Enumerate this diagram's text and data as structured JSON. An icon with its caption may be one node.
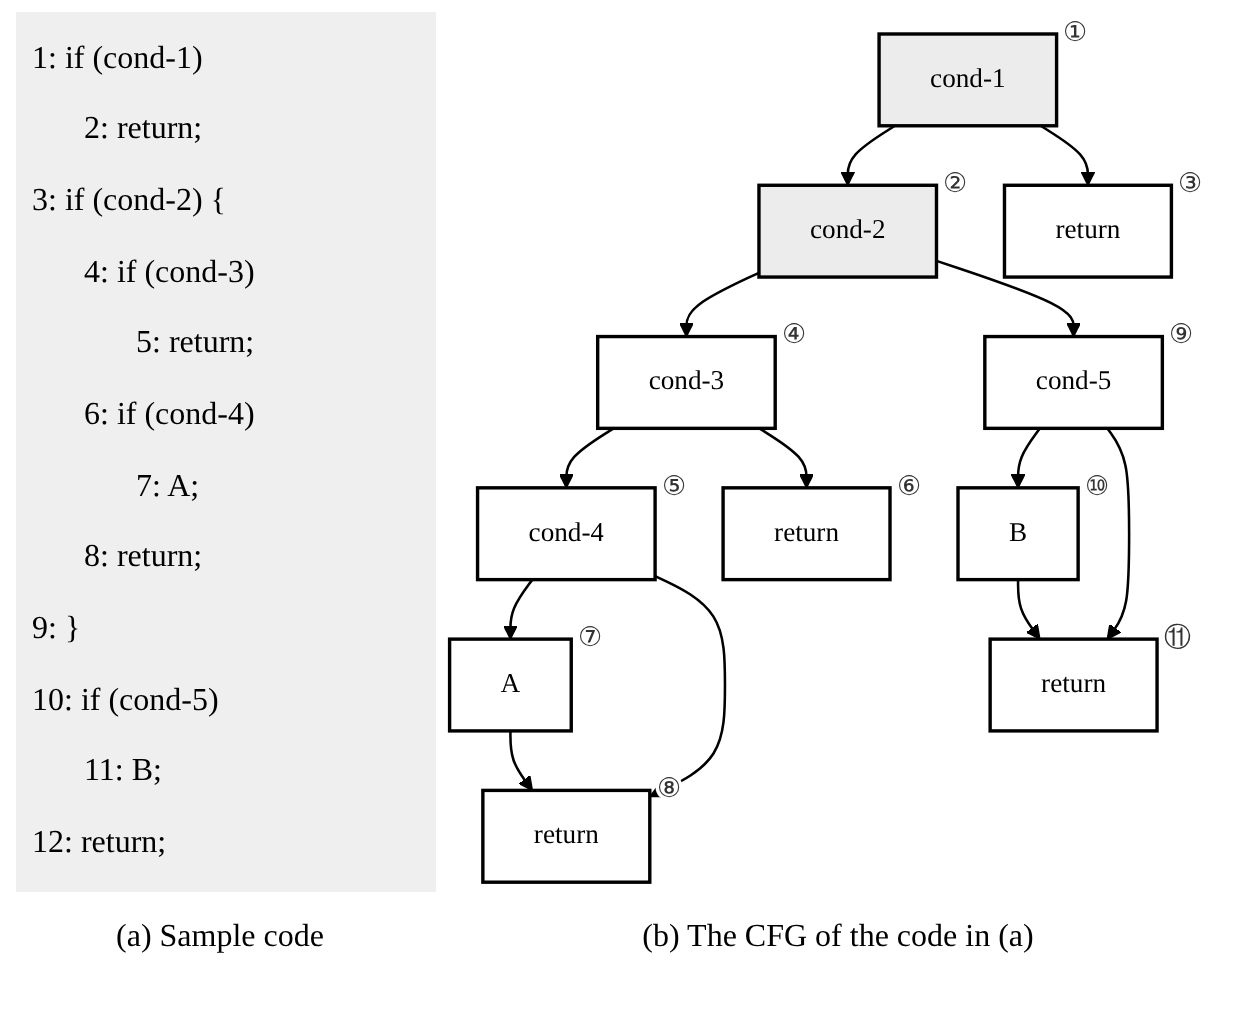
{
  "diagram": {
    "nodes": [
      {
        "text": [
          "cond-1"
        ],
        "beside": [
          "①"
        ]
      },
      {
        "text": [
          "cond-2"
        ],
        "beside": [
          "②"
        ]
      },
      {
        "text": [
          "return"
        ],
        "beside": [
          "③"
        ]
      },
      {
        "text": [
          "cond-3"
        ],
        "beside": [
          "④"
        ]
      },
      {
        "text": [
          "cond-4"
        ],
        "beside": [
          "⑤"
        ]
      },
      {
        "text": [
          "return"
        ],
        "beside": [
          "⑥"
        ]
      },
      {
        "text": [
          "A"
        ],
        "beside": [
          "⑦"
        ]
      },
      {
        "text": [
          "return"
        ],
        "beside": [
          "⑧"
        ]
      },
      {
        "text": [
          "cond-5"
        ],
        "beside": [
          "⑨"
        ]
      },
      {
        "text": [
          "B"
        ],
        "beside": [
          "⑩"
        ]
      },
      {
        "text": [
          "return"
        ],
        "beside": [
          "⑪"
        ]
      }
    ],
    "edges": [
      {
        "from": 0,
        "to": 1,
        "arrow": "to"
      },
      {
        "from": 0,
        "to": 2,
        "arrow": "to"
      },
      {
        "from": 1,
        "to": 3,
        "arrow": "to"
      },
      {
        "from": 1,
        "to": 8,
        "arrow": "to"
      },
      {
        "from": 3,
        "to": 4,
        "arrow": "to"
      },
      {
        "from": 3,
        "to": 5,
        "arrow": "to"
      },
      {
        "from": 4,
        "to": 6,
        "arrow": "to"
      },
      {
        "from": 4,
        "to": 7,
        "arrow": "to"
      },
      {
        "from": 6,
        "to": 7,
        "arrow": "to"
      },
      {
        "from": 8,
        "to": 9,
        "arrow": "to"
      },
      {
        "from": 8,
        "to": 10,
        "arrow": "to"
      },
      {
        "from": 9,
        "to": 10,
        "arrow": "to"
      }
    ],
    "labels": [
      "1: if (cond-1)",
      "2: return;",
      "3: if (cond-2) {",
      "4: if (cond-3)",
      "5: return;",
      "6: if (cond-4)",
      "7: A;",
      "8: return;",
      "9: }",
      "10: if (cond-5)",
      "11: B;",
      "12: return;",
      "(a) Sample code",
      "(b) The CFG of the code in (a)"
    ]
  }
}
